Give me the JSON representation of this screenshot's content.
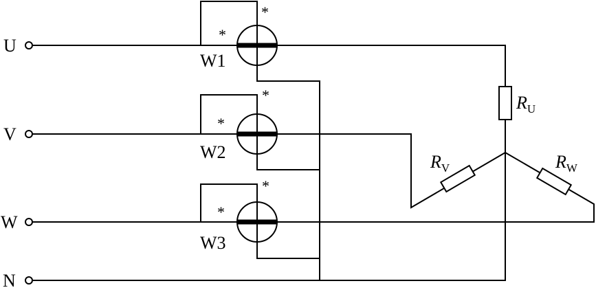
{
  "terminals": [
    {
      "id": "u",
      "label": "U"
    },
    {
      "id": "v",
      "label": "V"
    },
    {
      "id": "w",
      "label": "W"
    },
    {
      "id": "n",
      "label": "N"
    }
  ],
  "wattmeters": [
    {
      "id": "w1",
      "label": "W1",
      "mark_voltage": "*",
      "mark_current": "*"
    },
    {
      "id": "w2",
      "label": "W2",
      "mark_voltage": "*",
      "mark_current": "*"
    },
    {
      "id": "w3",
      "label": "W3",
      "mark_voltage": "*",
      "mark_current": "*"
    }
  ],
  "resistors": [
    {
      "id": "ru",
      "symbol": "R",
      "subscript": "U"
    },
    {
      "id": "rv",
      "symbol": "R",
      "subscript": "V"
    },
    {
      "id": "rw",
      "symbol": "R",
      "subscript": "W"
    }
  ]
}
